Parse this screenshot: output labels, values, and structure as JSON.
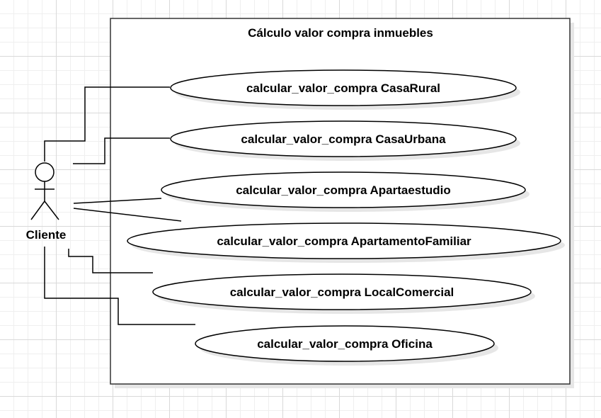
{
  "diagram": {
    "system_title": "Cálculo valor compra inmuebles",
    "actor": {
      "label": "Cliente"
    },
    "use_cases": [
      {
        "label": "calcular_valor_compra CasaRural"
      },
      {
        "label": "calcular_valor_compra CasaUrbana"
      },
      {
        "label": "calcular_valor_compra Apartaestudio"
      },
      {
        "label": "calcular_valor_compra ApartamentoFamiliar"
      },
      {
        "label": "calcular_valor_compra LocalComercial"
      },
      {
        "label": "calcular_valor_compra Oficina"
      }
    ]
  }
}
